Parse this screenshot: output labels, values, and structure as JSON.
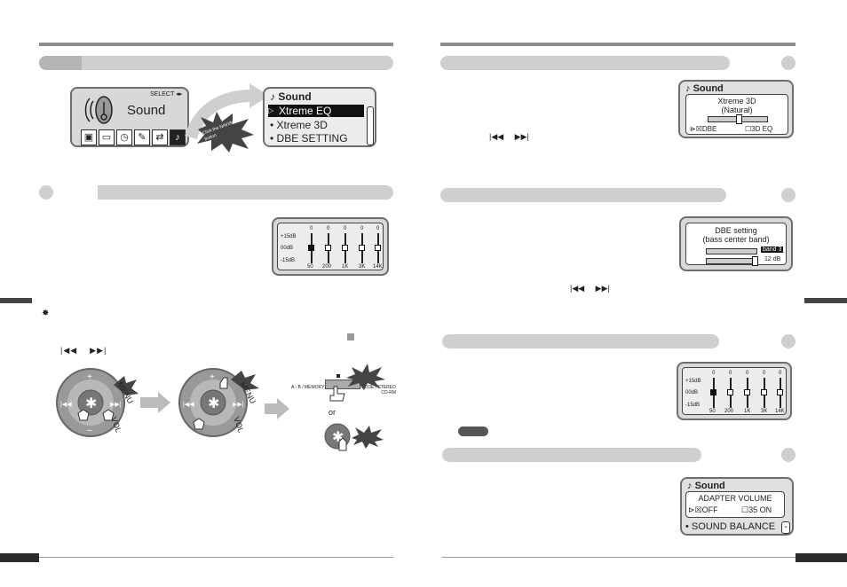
{
  "left_page": {
    "sound_screen": {
      "select_label": "SELECT ◂▸",
      "title": "Sound"
    },
    "starburst_text": "Click the NAVI/MENU button",
    "sound_menu": {
      "header": "Sound",
      "items": [
        "Xtreme EQ",
        "Xtreme 3D",
        "DBE SETTING"
      ]
    },
    "eq_panel": {
      "db_labels": [
        "+15dB",
        "00dB",
        "-15dB"
      ],
      "top_values": [
        "0",
        "0",
        "0",
        "0",
        "0"
      ],
      "bands": [
        "50",
        "200",
        "1K",
        "3K",
        "14K"
      ]
    },
    "steps": {
      "labels_ab": "A - B / MEMORY",
      "labels_mode": "MODE / STEREO CD-RM",
      "menu": "MENU",
      "vol": "VOL",
      "or": "or"
    }
  },
  "right_page": {
    "xtreme3d_panel": {
      "header": "Sound",
      "line1": "Xtreme  3D",
      "line2": "(Natural)",
      "dbe": "DBE",
      "eq3d": "3D EQ"
    },
    "dbe_panel": {
      "line1": "DBE setting",
      "line2": "(bass center band)",
      "band_value": "band 3",
      "db_value": "12 dB"
    },
    "eq_panel": {
      "db_labels": [
        "+15dB",
        "00dB",
        "-15dB"
      ],
      "top_values": [
        "0",
        "0",
        "0",
        "0",
        "0"
      ],
      "bands": [
        "50",
        "200",
        "1K",
        "3K",
        "14K"
      ]
    },
    "adapter_panel": {
      "header": "Sound",
      "line1": "ADAPTER VOLUME",
      "off": "OFF",
      "on": "35 ON",
      "balance": "SOUND BALANCE"
    }
  }
}
